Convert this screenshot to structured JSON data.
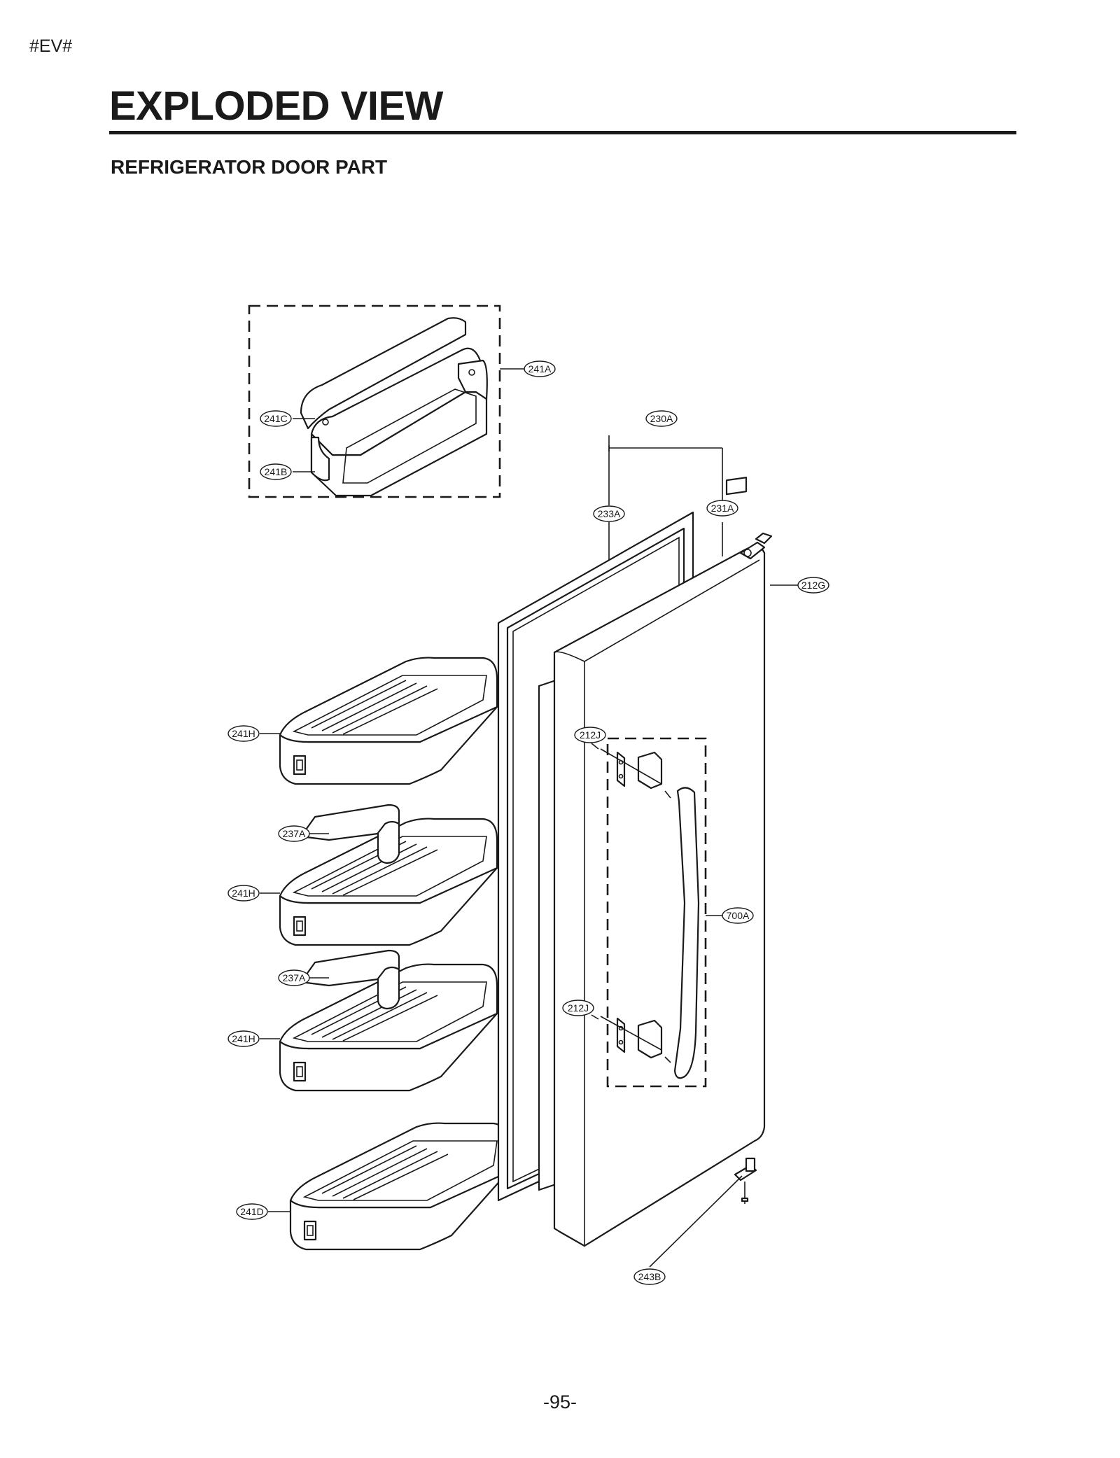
{
  "header": {
    "tag": "#EV#",
    "title": "EXPLODED VIEW",
    "subtitle": "REFRIGERATOR DOOR PART"
  },
  "callouts": {
    "c241A": "241A",
    "c241C": "241C",
    "c241B": "241B",
    "c230A": "230A",
    "c233A": "233A",
    "c231A": "231A",
    "c212G": "212G",
    "c241H_1": "241H",
    "c212J_1": "212J",
    "c237A_1": "237A",
    "c241H_2": "241H",
    "c700A": "700A",
    "c237A_2": "237A",
    "c212J_2": "212J",
    "c241H_3": "241H",
    "c241D": "241D",
    "c243B": "243B"
  },
  "footer": {
    "page_number": "-95-"
  }
}
